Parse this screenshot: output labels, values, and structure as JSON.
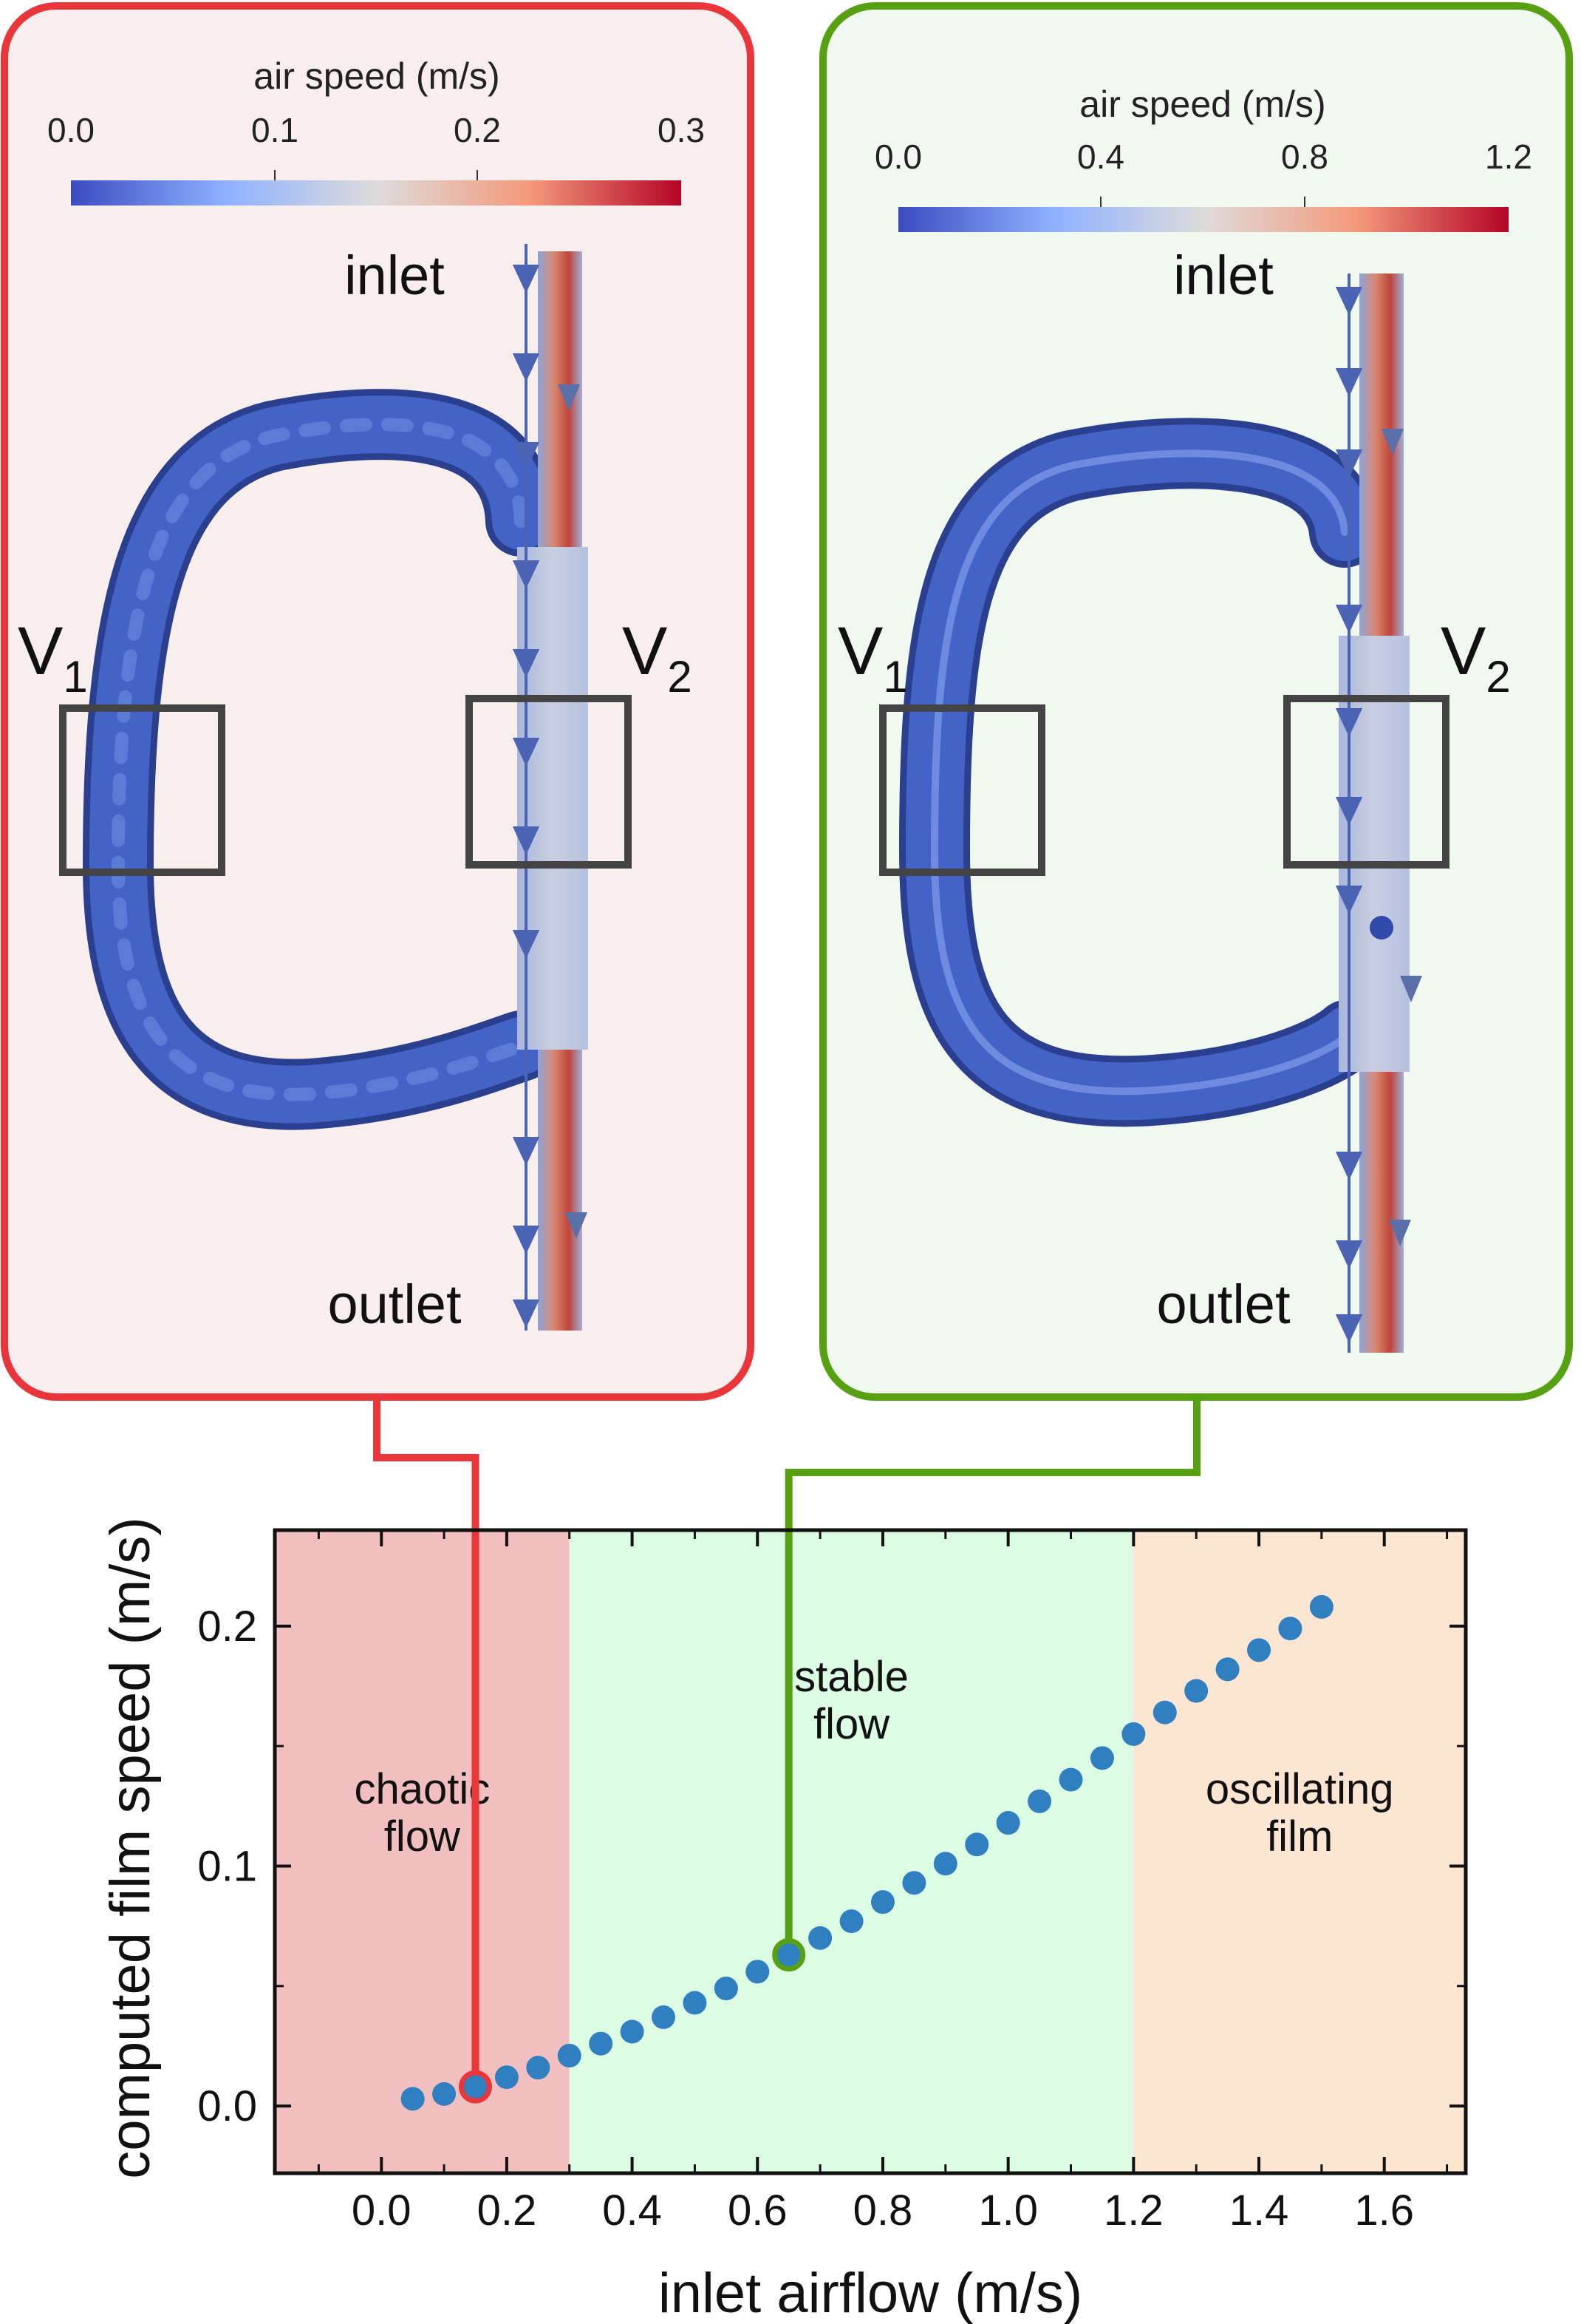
{
  "colors": {
    "panel_red_border": "#e8363a",
    "panel_red_fill": "#f8eeee",
    "panel_green_border": "#57a012",
    "panel_green_fill": "#f1f8ef",
    "tube_blue": "#3e5ec2",
    "tube_edge": "#2b3f8f",
    "inlet_red": "#c8483e",
    "box_gray": "#444444",
    "region_chaotic": "#f2bfc0",
    "region_stable": "#dcfce4",
    "region_oscillating": "#fce5d1",
    "marker_blue": "#2f7fc1"
  },
  "panels": [
    {
      "colorbar": {
        "title": "air speed (m/s)",
        "ticks": [
          "0.0",
          "0.1",
          "0.2",
          "0.3"
        ],
        "min": 0.0,
        "max": 0.3
      },
      "inlet_label": "inlet",
      "outlet_label": "outlet",
      "v1": "V",
      "v1_sub": "1",
      "v2": "V",
      "v2_sub": "2"
    },
    {
      "colorbar": {
        "title": "air speed (m/s)",
        "ticks": [
          "0.0",
          "0.4",
          "0.8",
          "1.2"
        ],
        "min": 0.0,
        "max": 1.2
      },
      "inlet_label": "inlet",
      "outlet_label": "outlet",
      "v1": "V",
      "v1_sub": "1",
      "v2": "V",
      "v2_sub": "2"
    }
  ],
  "chart_data": {
    "type": "scatter",
    "xlabel": "inlet airflow (m/s)",
    "ylabel": "computed film speed (m/s)",
    "xlim": [
      -0.17,
      1.73
    ],
    "ylim": [
      -0.028,
      0.24
    ],
    "xticks": [
      "0.0",
      "0.2",
      "0.4",
      "0.6",
      "0.8",
      "1.0",
      "1.2",
      "1.4",
      "1.6"
    ],
    "yticks": [
      "0.0",
      "0.1",
      "0.2"
    ],
    "regions": [
      {
        "label_lines": [
          "chaotic",
          "flow"
        ],
        "x0": -0.17,
        "x1": 0.3
      },
      {
        "label_lines": [
          "stable",
          "flow"
        ],
        "x0": 0.3,
        "x1": 1.2
      },
      {
        "label_lines": [
          "oscillating",
          "film"
        ],
        "x0": 1.2,
        "x1": 1.73
      }
    ],
    "x": [
      0.05,
      0.1,
      0.15,
      0.2,
      0.25,
      0.3,
      0.35,
      0.4,
      0.45,
      0.5,
      0.55,
      0.6,
      0.65,
      0.7,
      0.75,
      0.8,
      0.85,
      0.9,
      0.95,
      1.0,
      1.05,
      1.1,
      1.15,
      1.2,
      1.25,
      1.3,
      1.35,
      1.4,
      1.45,
      1.5
    ],
    "y": [
      0.003,
      0.005,
      0.008,
      0.012,
      0.016,
      0.021,
      0.026,
      0.031,
      0.037,
      0.043,
      0.049,
      0.056,
      0.063,
      0.07,
      0.077,
      0.085,
      0.093,
      0.101,
      0.109,
      0.118,
      0.127,
      0.136,
      0.145,
      0.155,
      0.164,
      0.173,
      0.182,
      0.19,
      0.199,
      0.208
    ],
    "highlighted_points": [
      {
        "x": 0.15,
        "y": 0.008
      },
      {
        "x": 0.65,
        "y": 0.063
      }
    ]
  }
}
